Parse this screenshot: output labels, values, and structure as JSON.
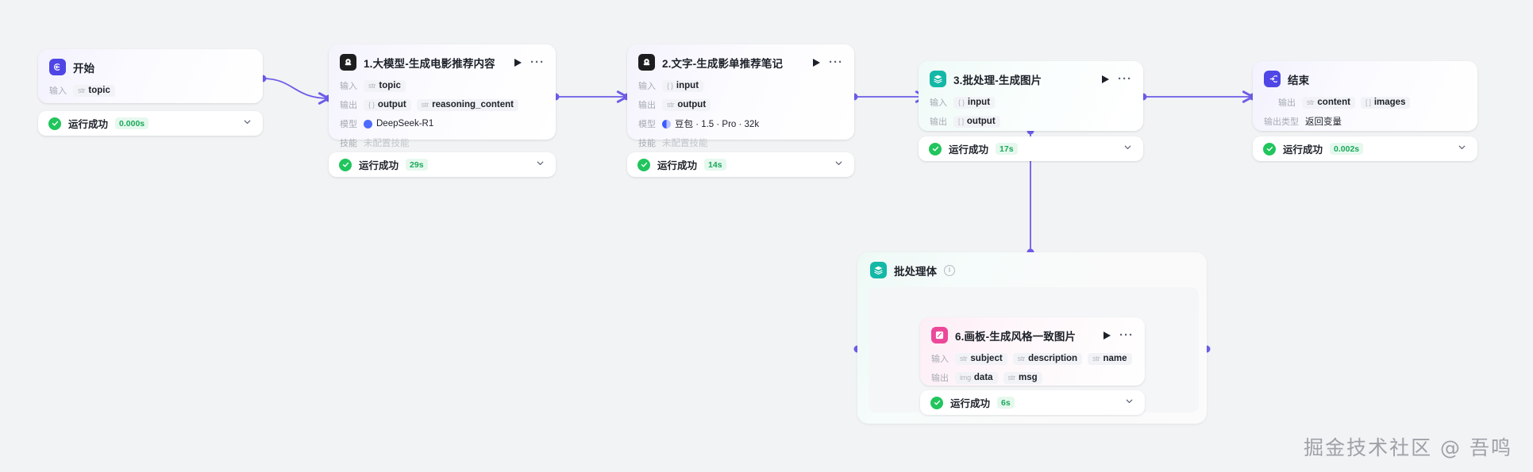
{
  "canvas": {
    "background": "#f1f3f4",
    "edge_color": "#6c5ce7",
    "watermark": "掘金技术社区 @ 吾鸣"
  },
  "labels": {
    "input": "输入",
    "output": "输出",
    "model": "模型",
    "skill": "技能",
    "output_type": "输出类型"
  },
  "nodes": [
    {
      "id": "start",
      "icon_name": "start-icon",
      "icon_color": "#4f46e5",
      "title": "开始",
      "rows": [
        {
          "label": "输入",
          "chips": [
            {
              "type": "str",
              "name": "topic"
            }
          ]
        }
      ],
      "status": {
        "text": "运行成功",
        "duration": "0.000s"
      }
    },
    {
      "id": "llm-1",
      "icon_name": "llm-icon",
      "icon_color": "#1d1d1f",
      "title": "1.大模型-生成电影推荐内容",
      "rows": [
        {
          "label": "输入",
          "chips": [
            {
              "type": "str",
              "name": "topic"
            }
          ]
        },
        {
          "label": "输出",
          "chips": [
            {
              "type": "{ }",
              "name": "output"
            },
            {
              "type": "str",
              "name": "reasoning_content"
            }
          ]
        },
        {
          "label": "模型",
          "plain": "DeepSeek-R1",
          "dot_color": "#4d6bfe"
        },
        {
          "label": "技能",
          "muted": "未配置技能"
        }
      ],
      "status": {
        "text": "运行成功",
        "duration": "29s"
      }
    },
    {
      "id": "llm-2",
      "icon_name": "llm-icon",
      "icon_color": "#1d1d1f",
      "title": "2.文字-生成影单推荐笔记",
      "rows": [
        {
          "label": "输入",
          "chips": [
            {
              "type": "{ }",
              "name": "input"
            }
          ]
        },
        {
          "label": "输出",
          "chips": [
            {
              "type": "str",
              "name": "output"
            }
          ]
        },
        {
          "label": "模型",
          "plain": "豆包 · 1.5 · Pro · 32k",
          "dot_color": "#3b5bfd"
        },
        {
          "label": "技能",
          "muted": "未配置技能"
        }
      ],
      "status": {
        "text": "运行成功",
        "duration": "14s"
      }
    },
    {
      "id": "batch-3",
      "icon_name": "batch-icon",
      "icon_color": "#14b8a6",
      "title": "3.批处理-生成图片",
      "rows": [
        {
          "label": "输入",
          "chips": [
            {
              "type": "{ }",
              "name": "input"
            }
          ]
        },
        {
          "label": "输出",
          "chips": [
            {
              "type": "[ ]",
              "name": "output"
            }
          ]
        }
      ],
      "status": {
        "text": "运行成功",
        "duration": "17s"
      }
    },
    {
      "id": "end",
      "icon_name": "end-icon",
      "icon_color": "#4f46e5",
      "title": "结束",
      "rows": [
        {
          "label": "输出",
          "chips": [
            {
              "type": "str",
              "name": "content"
            },
            {
              "type": "[ ]",
              "name": "images"
            }
          ]
        },
        {
          "label": "输出类型",
          "plain": "返回变量"
        }
      ],
      "status": {
        "text": "运行成功",
        "duration": "0.002s"
      }
    },
    {
      "id": "canvas-6",
      "icon_name": "canvas-icon",
      "icon_color": "#ec4899",
      "title": "6.画板-生成风格一致图片",
      "rows": [
        {
          "label": "输入",
          "chips": [
            {
              "type": "str",
              "name": "subject"
            },
            {
              "type": "str",
              "name": "description"
            },
            {
              "type": "str",
              "name": "name"
            }
          ]
        },
        {
          "label": "输出",
          "chips": [
            {
              "type": "img",
              "name": "data"
            },
            {
              "type": "str",
              "name": "msg"
            }
          ]
        }
      ],
      "status": {
        "text": "运行成功",
        "duration": "6s"
      }
    }
  ],
  "batch_body": {
    "icon_name": "batch-icon",
    "icon_color": "#14b8a6",
    "title": "批处理体",
    "info_glyph": "i"
  }
}
